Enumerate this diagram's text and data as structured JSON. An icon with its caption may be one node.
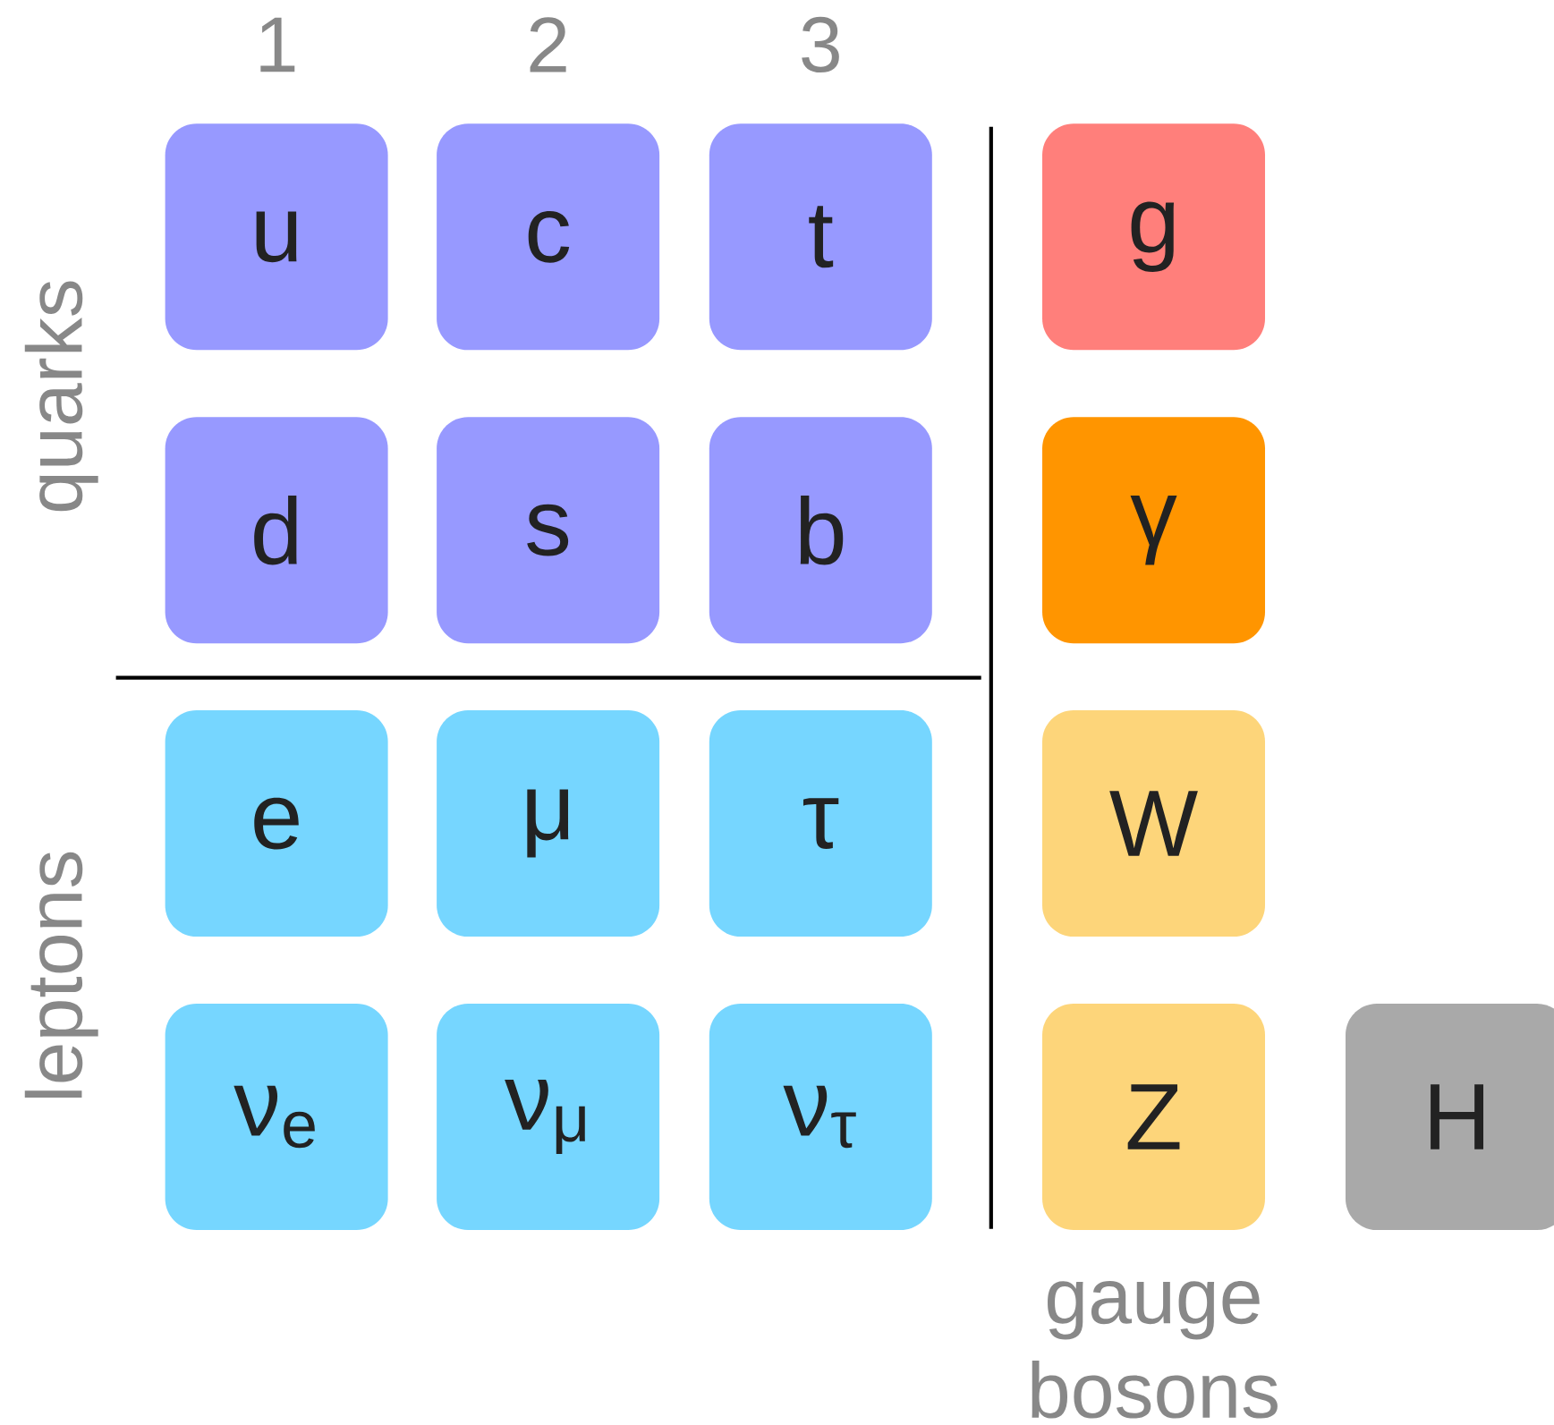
{
  "diagram": {
    "nodes": [
      {
        "text": [
          "u"
        ]
      },
      {
        "text": [
          "c"
        ]
      },
      {
        "text": [
          "t"
        ]
      },
      {
        "text": [
          "g"
        ]
      },
      {
        "text": [
          "d"
        ]
      },
      {
        "text": [
          "s"
        ]
      },
      {
        "text": [
          "b"
        ]
      },
      {
        "text": [
          "γ"
        ]
      },
      {
        "text": [
          "e"
        ]
      },
      {
        "text": [
          "μ"
        ]
      },
      {
        "text": [
          "τ"
        ]
      },
      {
        "text": [
          "W"
        ]
      },
      {
        "text": [
          "ν$_{e}$"
        ]
      },
      {
        "text": [
          "ν$_{μ}$"
        ]
      },
      {
        "text": [
          "ν$_{τ}$"
        ]
      },
      {
        "text": [
          "Z"
        ]
      },
      {
        "text": [
          "H"
        ]
      }
    ],
    "labels": [
      "1",
      "2",
      "3",
      "quarks",
      "leptons",
      "gauge bosons"
    ]
  }
}
